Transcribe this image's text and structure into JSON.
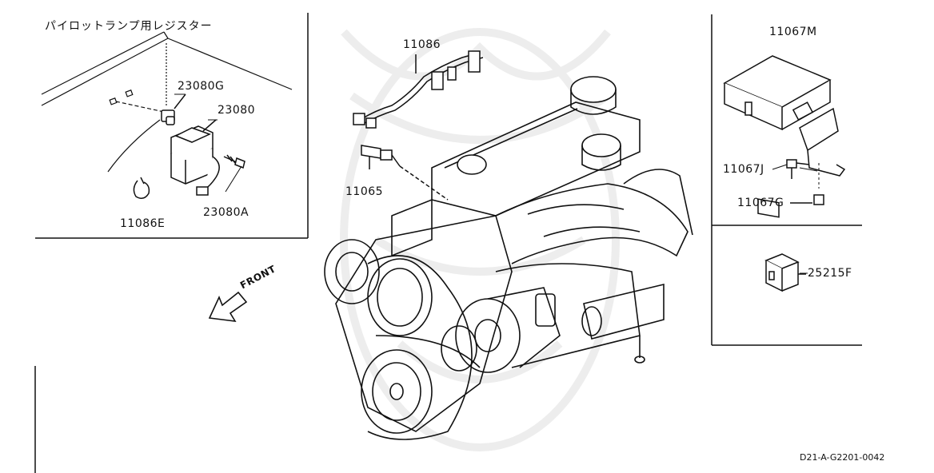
{
  "inset_left": {
    "title": "パイロットランプ用レジスター",
    "parts": {
      "p23080G": "23080G",
      "p23080": "23080",
      "p23080A": "23080A",
      "p11086E": "11086E"
    }
  },
  "main": {
    "parts": {
      "p11086": "11086",
      "p11065": "11065"
    },
    "front_label": "FRONT"
  },
  "inset_right_top": {
    "parts": {
      "p11067M": "11067M",
      "p11067J": "11067J",
      "p11067G": "11067G"
    }
  },
  "inset_right_bottom": {
    "parts": {
      "p25215F": "25215F"
    }
  },
  "diagram_code": "D21-A-G2201-0042"
}
